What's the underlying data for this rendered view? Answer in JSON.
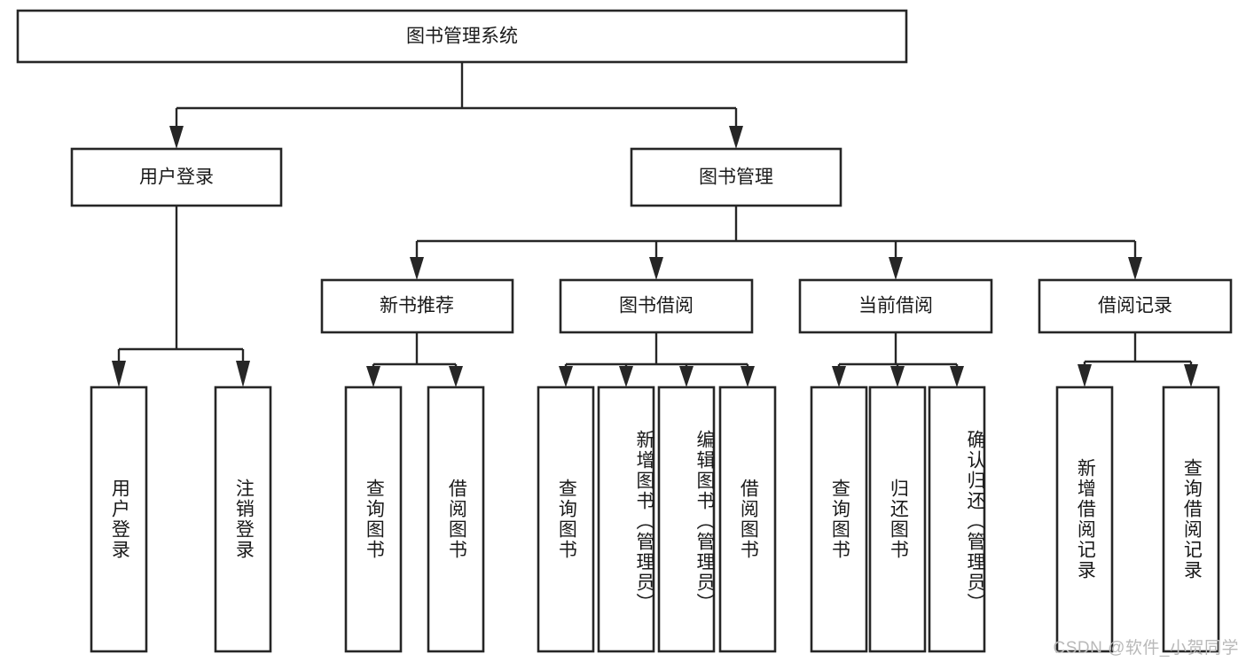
{
  "diagram": {
    "title": "图书管理系统",
    "type": "tree",
    "watermark": "CSDN @软件_小贺同学",
    "levels": {
      "root": {
        "label": "图书管理系统"
      },
      "level2": [
        {
          "label": "用户登录"
        },
        {
          "label": "图书管理"
        }
      ],
      "level3": [
        {
          "label": "新书推荐"
        },
        {
          "label": "图书借阅"
        },
        {
          "label": "当前借阅"
        },
        {
          "label": "借阅记录"
        }
      ],
      "leaves": [
        {
          "label": "用户登录",
          "parent": "用户登录"
        },
        {
          "label": "注销登录",
          "parent": "用户登录"
        },
        {
          "label": "查询图书",
          "parent": "新书推荐"
        },
        {
          "label": "借阅图书",
          "parent": "新书推荐"
        },
        {
          "label": "查询图书",
          "parent": "图书借阅"
        },
        {
          "label": "新增图书（管理员）",
          "parent": "图书借阅"
        },
        {
          "label": "编辑图书（管理员）",
          "parent": "图书借阅"
        },
        {
          "label": "借阅图书",
          "parent": "图书借阅"
        },
        {
          "label": "查询图书",
          "parent": "当前借阅"
        },
        {
          "label": "归还图书",
          "parent": "当前借阅"
        },
        {
          "label": "确认归还（管理员）",
          "parent": "当前借阅"
        },
        {
          "label": "新增借阅记录",
          "parent": "借阅记录"
        },
        {
          "label": "查询借阅记录",
          "parent": "借阅记录"
        }
      ]
    },
    "colors": {
      "stroke": "#262626",
      "fill": "#ffffff",
      "text": "#1a1a1a",
      "watermark": "#b9b9b9"
    }
  }
}
